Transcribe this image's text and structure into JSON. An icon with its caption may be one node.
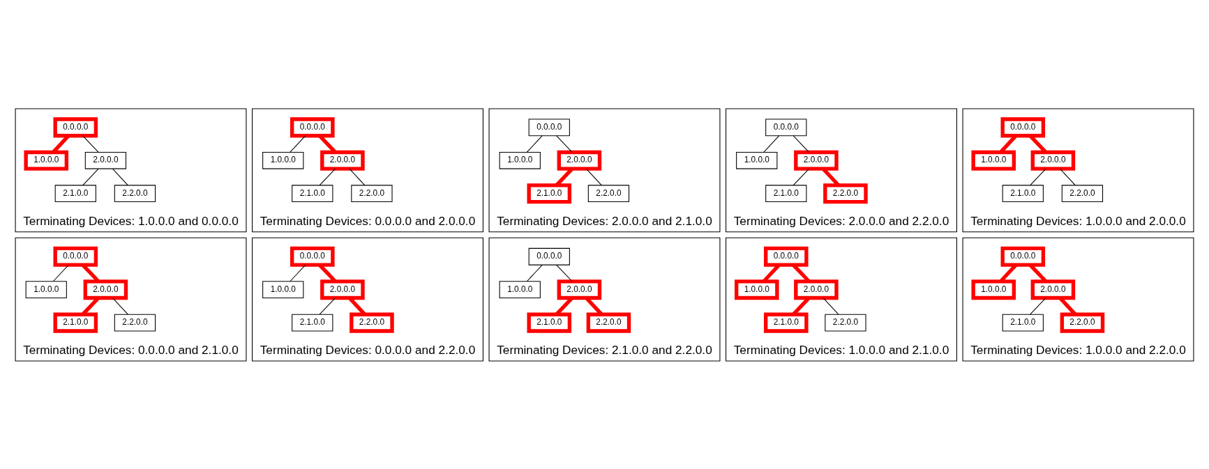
{
  "diagram": {
    "nodes": [
      {
        "text": [
          "Terminating Devices: 1.0.0.0 and 0.0.0.0"
        ]
      },
      {
        "text": [
          "0.0.0.0"
        ],
        "in": 0
      },
      {
        "text": [
          "1.0.0.0"
        ],
        "in": 0
      },
      {
        "text": [
          "2.0.0.0"
        ],
        "in": 0
      },
      {
        "text": [
          "2.1.0.0"
        ],
        "in": 0
      },
      {
        "text": [
          "2.2.0.0"
        ],
        "in": 0
      },
      {
        "text": [
          "Terminating Devices: 0.0.0.0 and 2.0.0.0"
        ]
      },
      {
        "text": [
          "0.0.0.0"
        ],
        "in": 6
      },
      {
        "text": [
          "1.0.0.0"
        ],
        "in": 6
      },
      {
        "text": [
          "2.0.0.0"
        ],
        "in": 6
      },
      {
        "text": [
          "2.1.0.0"
        ],
        "in": 6
      },
      {
        "text": [
          "2.2.0.0"
        ],
        "in": 6
      },
      {
        "text": [
          "Terminating Devices: 2.0.0.0 and 2.1.0.0"
        ]
      },
      {
        "text": [
          "0.0.0.0"
        ],
        "in": 12
      },
      {
        "text": [
          "1.0.0.0"
        ],
        "in": 12
      },
      {
        "text": [
          "2.0.0.0"
        ],
        "in": 12
      },
      {
        "text": [
          "2.1.0.0"
        ],
        "in": 12
      },
      {
        "text": [
          "2.2.0.0"
        ],
        "in": 12
      },
      {
        "text": [
          "Terminating Devices: 2.0.0.0 and 2.2.0.0"
        ]
      },
      {
        "text": [
          "0.0.0.0"
        ],
        "in": 18
      },
      {
        "text": [
          "1.0.0.0"
        ],
        "in": 18
      },
      {
        "text": [
          "2.0.0.0"
        ],
        "in": 18
      },
      {
        "text": [
          "2.1.0.0"
        ],
        "in": 18
      },
      {
        "text": [
          "2.2.0.0"
        ],
        "in": 18
      },
      {
        "text": [
          "Terminating Devices: 1.0.0.0 and 2.0.0.0"
        ]
      },
      {
        "text": [
          "0.0.0.0"
        ],
        "in": 24
      },
      {
        "text": [
          "1.0.0.0"
        ],
        "in": 24
      },
      {
        "text": [
          "2.0.0.0"
        ],
        "in": 24
      },
      {
        "text": [
          "2.1.0.0"
        ],
        "in": 24
      },
      {
        "text": [
          "2.2.0.0"
        ],
        "in": 24
      },
      {
        "text": [
          "Terminating Devices: 0.0.0.0 and 2.1.0.0"
        ]
      },
      {
        "text": [
          "0.0.0.0"
        ],
        "in": 30
      },
      {
        "text": [
          "1.0.0.0"
        ],
        "in": 30
      },
      {
        "text": [
          "2.0.0.0"
        ],
        "in": 30
      },
      {
        "text": [
          "2.1.0.0"
        ],
        "in": 30
      },
      {
        "text": [
          "2.2.0.0"
        ],
        "in": 30
      },
      {
        "text": [
          "Terminating Devices: 0.0.0.0 and 2.2.0.0"
        ]
      },
      {
        "text": [
          "0.0.0.0"
        ],
        "in": 36
      },
      {
        "text": [
          "1.0.0.0"
        ],
        "in": 36
      },
      {
        "text": [
          "2.0.0.0"
        ],
        "in": 36
      },
      {
        "text": [
          "2.1.0.0"
        ],
        "in": 36
      },
      {
        "text": [
          "2.2.0.0"
        ],
        "in": 36
      },
      {
        "text": [
          "Terminating Devices: 2.1.0.0 and 2.2.0.0"
        ]
      },
      {
        "text": [
          "0.0.0.0"
        ],
        "in": 42
      },
      {
        "text": [
          "1.0.0.0"
        ],
        "in": 42
      },
      {
        "text": [
          "2.0.0.0"
        ],
        "in": 42
      },
      {
        "text": [
          "2.1.0.0"
        ],
        "in": 42
      },
      {
        "text": [
          "2.2.0.0"
        ],
        "in": 42
      },
      {
        "text": [
          "Terminating Devices: 1.0.0.0 and 2.1.0.0"
        ]
      },
      {
        "text": [
          "0.0.0.0"
        ],
        "in": 48
      },
      {
        "text": [
          "1.0.0.0"
        ],
        "in": 48
      },
      {
        "text": [
          "2.0.0.0"
        ],
        "in": 48
      },
      {
        "text": [
          "2.1.0.0"
        ],
        "in": 48
      },
      {
        "text": [
          "2.2.0.0"
        ],
        "in": 48
      },
      {
        "text": [
          "Terminating Devices: 1.0.0.0 and 2.2.0.0"
        ]
      },
      {
        "text": [
          "0.0.0.0"
        ],
        "in": 54
      },
      {
        "text": [
          "1.0.0.0"
        ],
        "in": 54
      },
      {
        "text": [
          "2.0.0.0"
        ],
        "in": 54
      },
      {
        "text": [
          "2.1.0.0"
        ],
        "in": 54
      },
      {
        "text": [
          "2.2.0.0"
        ],
        "in": 54
      }
    ],
    "edges": [
      {
        "from": 1,
        "to": 2,
        "arrow": "none",
        "style": "thick",
        "color": "#ff0000"
      },
      {
        "from": 1,
        "to": 3,
        "arrow": "none"
      },
      {
        "from": 3,
        "to": 4,
        "arrow": "none"
      },
      {
        "from": 3,
        "to": 5,
        "arrow": "none"
      },
      {
        "from": 7,
        "to": 8,
        "arrow": "none"
      },
      {
        "from": 7,
        "to": 9,
        "arrow": "none",
        "style": "thick",
        "color": "#ff0000"
      },
      {
        "from": 9,
        "to": 10,
        "arrow": "none"
      },
      {
        "from": 9,
        "to": 11,
        "arrow": "none"
      },
      {
        "from": 13,
        "to": 14,
        "arrow": "none"
      },
      {
        "from": 13,
        "to": 15,
        "arrow": "none"
      },
      {
        "from": 15,
        "to": 16,
        "arrow": "none",
        "style": "thick",
        "color": "#ff0000"
      },
      {
        "from": 15,
        "to": 17,
        "arrow": "none"
      },
      {
        "from": 19,
        "to": 20,
        "arrow": "none"
      },
      {
        "from": 19,
        "to": 21,
        "arrow": "none"
      },
      {
        "from": 21,
        "to": 22,
        "arrow": "none"
      },
      {
        "from": 21,
        "to": 23,
        "arrow": "none",
        "style": "thick",
        "color": "#ff0000"
      },
      {
        "from": 25,
        "to": 26,
        "arrow": "none",
        "style": "thick",
        "color": "#ff0000"
      },
      {
        "from": 25,
        "to": 27,
        "arrow": "none",
        "style": "thick",
        "color": "#ff0000"
      },
      {
        "from": 27,
        "to": 28,
        "arrow": "none"
      },
      {
        "from": 27,
        "to": 29,
        "arrow": "none"
      },
      {
        "from": 31,
        "to": 32,
        "arrow": "none"
      },
      {
        "from": 31,
        "to": 33,
        "arrow": "none",
        "style": "thick",
        "color": "#ff0000"
      },
      {
        "from": 33,
        "to": 34,
        "arrow": "none",
        "style": "thick",
        "color": "#ff0000"
      },
      {
        "from": 33,
        "to": 35,
        "arrow": "none"
      },
      {
        "from": 37,
        "to": 38,
        "arrow": "none"
      },
      {
        "from": 37,
        "to": 39,
        "arrow": "none",
        "style": "thick",
        "color": "#ff0000"
      },
      {
        "from": 39,
        "to": 40,
        "arrow": "none"
      },
      {
        "from": 39,
        "to": 41,
        "arrow": "none",
        "style": "thick",
        "color": "#ff0000"
      },
      {
        "from": 43,
        "to": 44,
        "arrow": "none"
      },
      {
        "from": 43,
        "to": 45,
        "arrow": "none"
      },
      {
        "from": 45,
        "to": 46,
        "arrow": "none",
        "style": "thick",
        "color": "#ff0000"
      },
      {
        "from": 45,
        "to": 47,
        "arrow": "none",
        "style": "thick",
        "color": "#ff0000"
      },
      {
        "from": 49,
        "to": 50,
        "arrow": "none",
        "style": "thick",
        "color": "#ff0000"
      },
      {
        "from": 49,
        "to": 51,
        "arrow": "none",
        "style": "thick",
        "color": "#ff0000"
      },
      {
        "from": 51,
        "to": 52,
        "arrow": "none",
        "style": "thick",
        "color": "#ff0000"
      },
      {
        "from": 51,
        "to": 53,
        "arrow": "none"
      },
      {
        "from": 55,
        "to": 56,
        "arrow": "none",
        "style": "thick",
        "color": "#ff0000"
      },
      {
        "from": 55,
        "to": 57,
        "arrow": "none",
        "style": "thick",
        "color": "#ff0000"
      },
      {
        "from": 57,
        "to": 58,
        "arrow": "none"
      },
      {
        "from": 57,
        "to": 59,
        "arrow": "none",
        "style": "thick",
        "color": "#ff0000"
      }
    ]
  }
}
